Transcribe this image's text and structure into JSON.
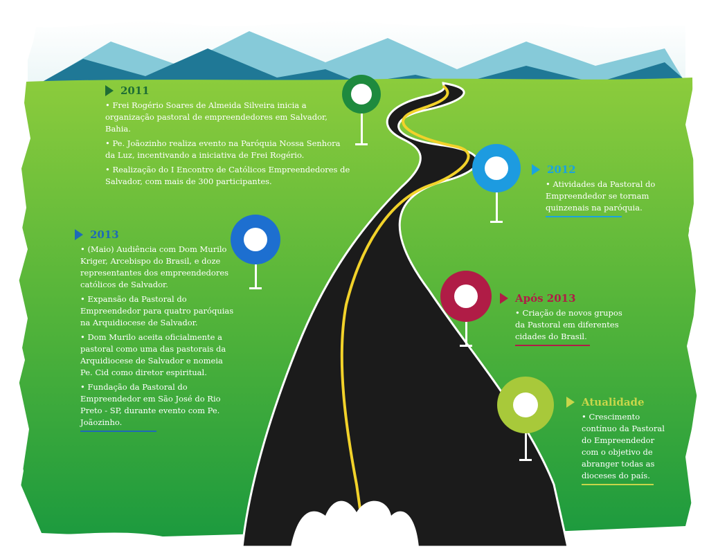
{
  "colors": {
    "sky": "#ffffff",
    "mountain_dark": "#1d7590",
    "mountain_light": "#7fc5d6",
    "grass_top": "#86c93a",
    "grass_bottom": "#1e9a3c",
    "road": "#1a1a1a",
    "road_line": "#f2d22a",
    "pin_2011": "#1e8a3e",
    "pin_2012": "#1d9be0",
    "pin_2013": "#1d6fd0",
    "pin_apos2013": "#b01c46",
    "pin_atualidade": "#a8c93a",
    "year_2011": "#1e6d35",
    "year_2012": "#1aa3e0",
    "year_2013": "#1e6ab8",
    "year_apos2013": "#b01c46",
    "year_atualidade": "#c8d64a"
  },
  "timeline": [
    {
      "id": "2011",
      "year": "2011",
      "pin_icon": "map-pin-icon",
      "items": [
        "• Frei Rogério Soares de Almeida Silveira inicia a organização pastoral de empreendedores em Salvador, Bahia.",
        "• Pe. Joãozinho realiza evento na Paróquia Nossa Senhora da Luz, incentivando a iniciativa de Frei Rogério.",
        "• Realização do I Encontro de Católicos Empreendedores de Salvador, com mais de 300 participantes."
      ]
    },
    {
      "id": "2012",
      "year": "2012",
      "pin_icon": "map-pin-icon",
      "items": [
        "• Atividades da Pastoral do Empreendedor se tornam quinzenais na paróquia."
      ]
    },
    {
      "id": "2013",
      "year": "2013",
      "pin_icon": "map-pin-icon",
      "items": [
        "• (Maio) Audiência com Dom Murilo Kriger, Arcebispo do Brasil, e doze representantes dos empreendedores católicos de Salvador.",
        "• Expansão da Pastoral do Empreendedor para quatro paróquias na Arquidiocese de Salvador.",
        "• Dom Murilo aceita oficialmente a pastoral como uma das pastorais da Arquidiocese de Salvador e nomeia Pe. Cid como diretor espiritual.",
        "• Fundação da Pastoral do Empreendedor em São José do Rio Preto - SP, durante evento com Pe. Joãozinho."
      ]
    },
    {
      "id": "apos2013",
      "year": "Após 2013",
      "pin_icon": "map-pin-icon",
      "items": [
        "• Criação de novos grupos da Pastoral em diferentes cidades do Brasil."
      ]
    },
    {
      "id": "atualidade",
      "year": "Atualidade",
      "pin_icon": "map-pin-icon",
      "items": [
        "• Crescimento contínuo da Pastoral do Empreendedor com o objetivo de abranger todas as dioceses do país."
      ]
    }
  ]
}
